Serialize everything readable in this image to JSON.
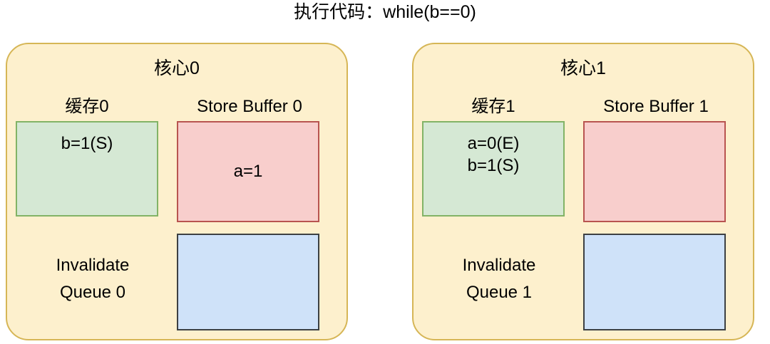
{
  "title": "执行代码：while(b==0)",
  "colors": {
    "core_fill": "#fdf0cd",
    "core_border": "#d6b656",
    "cache_fill": "#d5e8d4",
    "cache_border": "#82b366",
    "store_buffer_fill": "#f8cecc",
    "store_buffer_border": "#b85450",
    "invalidate_queue_fill": "#cfe2f9",
    "invalidate_queue_border": "#3c4043",
    "page_background": "#ffffff",
    "text": "#000000"
  },
  "cores": [
    {
      "name": "核心0",
      "cache_label": "缓存0",
      "cache_contents": "b=1(S)",
      "store_buffer_label": "Store Buffer 0",
      "store_buffer_contents": "a=1",
      "invalidate_queue_label": "Invalidate\nQueue 0",
      "invalidate_queue_contents": ""
    },
    {
      "name": "核心1",
      "cache_label": "缓存1",
      "cache_contents": "a=0(E)\nb=1(S)",
      "store_buffer_label": "Store Buffer 1",
      "store_buffer_contents": "",
      "invalidate_queue_label": "Invalidate\nQueue 1",
      "invalidate_queue_contents": ""
    }
  ]
}
